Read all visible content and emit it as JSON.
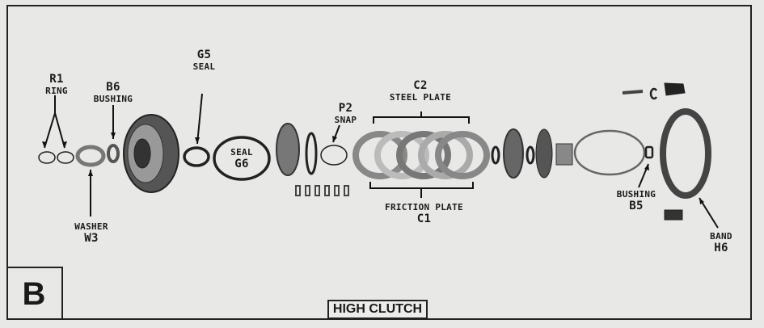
{
  "figure_letter": "B",
  "title": "HIGH CLUTCH",
  "labels": {
    "r1": {
      "code": "R1",
      "name": "RING"
    },
    "b6": {
      "code": "B6",
      "name": "BUSHING"
    },
    "g5": {
      "code": "G5",
      "name": "SEAL"
    },
    "g6": {
      "code": "G6",
      "name": "SEAL"
    },
    "p2": {
      "code": "P2",
      "name": "SNAP"
    },
    "c2": {
      "code": "C2",
      "name": "STEEL PLATE"
    },
    "c1": {
      "code": "C1",
      "name": "FRICTION PLATE"
    },
    "w3": {
      "code": "W3",
      "name": "WASHER"
    },
    "b5": {
      "code": "B5",
      "name": "BUSHING"
    },
    "h6": {
      "code": "H6",
      "name": "BAND"
    }
  }
}
